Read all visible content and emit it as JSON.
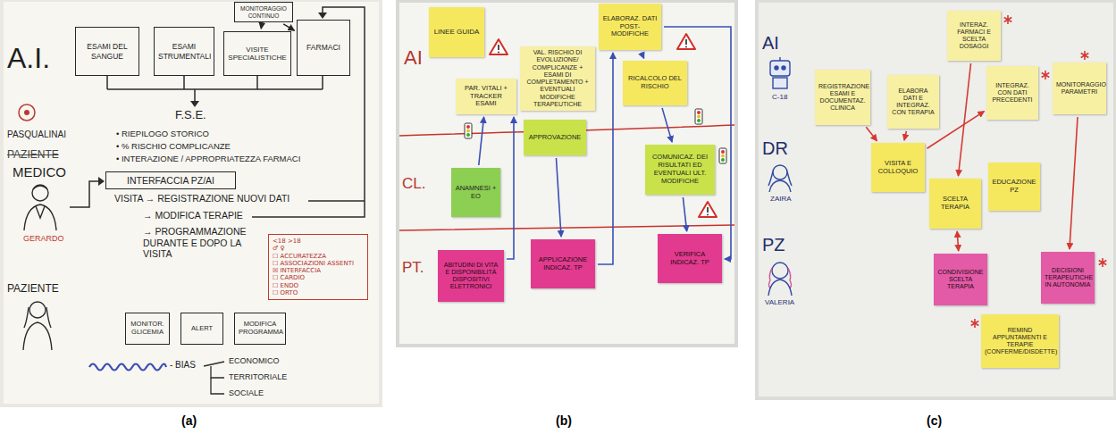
{
  "diagram": {
    "nodes": [
      {
        "text": [
          "MONITORAGGIO CONTINUO"
        ]
      },
      {
        "text": [
          "ESAMI DEL SANGUE"
        ]
      },
      {
        "text": [
          "ESAMI STRUMENTALI"
        ]
      },
      {
        "text": [
          "VISITE SPECIALISTICHE"
        ]
      },
      {
        "text": [
          "FARMACI"
        ]
      },
      {
        "text": [
          "INTERFACCIA PZ/AI"
        ]
      },
      {
        "text": [
          "<18 >18",
          "♂ ♀",
          "☐ ACCURATEZZA",
          "☐ ASSOCIAZIONI ASSENTI",
          "☒ INTERFACCIA",
          "☐ CARDIO",
          "☐ ENDO",
          "☐ ORTO"
        ]
      },
      {
        "text": [
          "MONITOR. GLICEMIA"
        ]
      },
      {
        "text": [
          "ALERT"
        ]
      },
      {
        "text": [
          "MODIFICA PROGRAMMA"
        ]
      },
      {
        "text": [
          "LINEE GUIDA"
        ]
      },
      {
        "text": [
          "PAR. VITALI + TRACKER ESAMI"
        ]
      },
      {
        "text": [
          "VAL. RISCHIO DI EVOLUZIONE/ COMPLICANZE + ESAMI DI COMPLETAMENTO + EVENTUALI MODIFICHE TERAPEUTICHE"
        ]
      },
      {
        "text": [
          "APPROVAZIONE"
        ]
      },
      {
        "text": [
          "ELABORAZ. DATI POST-MODIFICHE"
        ]
      },
      {
        "text": [
          "RICALCOLO DEL RISCHIO"
        ]
      },
      {
        "text": [
          "ANAMNESI + EO"
        ]
      },
      {
        "text": [
          "COMUNICAZ. DEI RISULTATI ED EVENTUALI ULT. MODIFICHE"
        ]
      },
      {
        "text": [
          "ABITUDINI DI VITA E DISPONIBILITÀ DISPOSITIVI ELETTRONICI"
        ]
      },
      {
        "text": [
          "APPLICAZIONE INDICAZ. TP"
        ]
      },
      {
        "text": [
          "VERIFICA INDICAZ. TP"
        ]
      },
      {
        "text": [
          "REGISTRAZIONE ESAMI E DOCUMENTAZ. CLINICA"
        ]
      },
      {
        "text": [
          "ELABORA DATI E INTEGRAZ. CON TERAPIA"
        ]
      },
      {
        "text": [
          "INTERAZ. FARMACI E SCELTA DOSAGGI"
        ]
      },
      {
        "text": [
          "INTEGRAZ. CON DATI PRECEDENTI"
        ]
      },
      {
        "text": [
          "MONITORAGGIO PARAMETRI"
        ]
      },
      {
        "text": [
          "VISITA E COLLOQUIO"
        ]
      },
      {
        "text": [
          "SCELTA TERAPIA"
        ]
      },
      {
        "text": [
          "EDUCAZIONE PZ"
        ]
      },
      {
        "text": [
          "CONDIVISIONE SCELTA TERAPIA"
        ]
      },
      {
        "text": [
          "DECISIONI TERAPEUTICHE IN AUTONOMIA"
        ]
      },
      {
        "text": [
          "REMIND APPUNTAMENTI E TERAPIE (CONFERME/DISDETTE)"
        ]
      }
    ],
    "edges": [
      {
        "from": 0,
        "to": 3,
        "arrow": "to"
      },
      {
        "from": 0,
        "to": 4,
        "arrow": "to"
      },
      {
        "from": 16,
        "to": 11,
        "arrow": "to"
      },
      {
        "from": 18,
        "to": 11,
        "arrow": "to"
      },
      {
        "from": 13,
        "to": 19,
        "arrow": "to"
      },
      {
        "from": 19,
        "to": 14,
        "arrow": "to"
      },
      {
        "from": 14,
        "to": 15,
        "arrow": "to"
      },
      {
        "from": 15,
        "to": 17,
        "arrow": "to"
      },
      {
        "from": 17,
        "to": 20,
        "arrow": "to"
      },
      {
        "from": 14,
        "to": 20,
        "arrow": "to"
      },
      {
        "from": 21,
        "to": 26,
        "arrow": "to"
      },
      {
        "from": 22,
        "to": 26,
        "arrow": "to"
      },
      {
        "from": 26,
        "to": 24,
        "arrow": "to"
      },
      {
        "from": 23,
        "to": 27,
        "arrow": "to"
      },
      {
        "from": 27,
        "to": 29,
        "arrow": "both"
      },
      {
        "from": 25,
        "to": 30,
        "arrow": "to"
      }
    ],
    "labels": [
      "A.I.",
      "PASQUALINAI",
      "F.S.E.",
      "• RIEPILOGO STORICO",
      "• % RISCHIO COMPLICANZE",
      "• INTERAZIONE / APPROPRIATEZZA FARMACI",
      "PAZIENTE",
      "MEDICO",
      "GERARDO",
      "VISITA → REGISTRAZIONE NUOVI DATI",
      "→ MODIFICA TERAPIE",
      "→ PROGRAMMAZIONE DURANTE E DOPO LA VISITA",
      "PAZIENTE",
      "- BIAS",
      "ECONOMICO",
      "TERRITORIALE",
      "SOCIALE",
      "AI",
      "CL.",
      "PT.",
      "AI",
      "C-18",
      "DR",
      "ZAIRA",
      "PZ",
      "VALERIA",
      "(a)",
      "(b)",
      "(c)"
    ]
  }
}
